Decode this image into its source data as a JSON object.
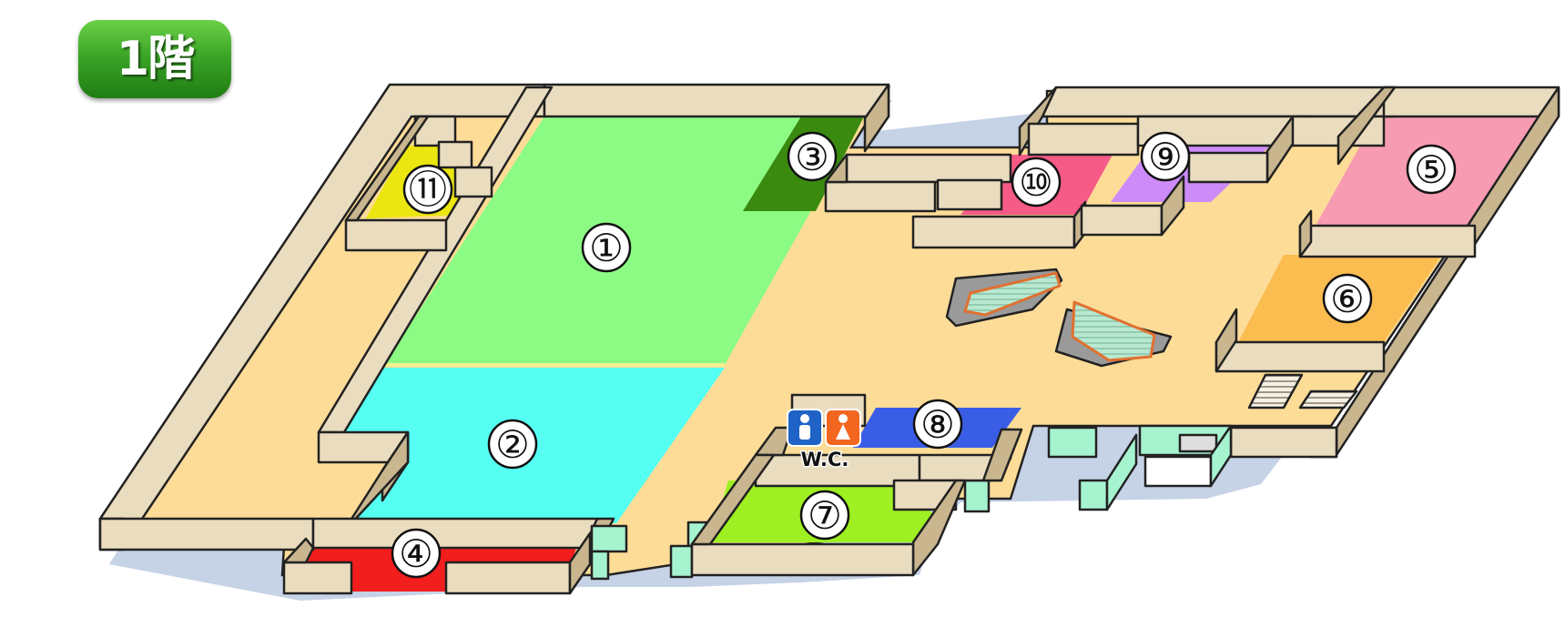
{
  "floor": {
    "label": "1階"
  },
  "rooms": [
    {
      "id": "room-1",
      "number": "①",
      "color": "#8cfb84"
    },
    {
      "id": "room-2",
      "number": "②",
      "color": "#55fff2"
    },
    {
      "id": "room-3",
      "number": "③",
      "color": "#3a8a10"
    },
    {
      "id": "room-4",
      "number": "④",
      "color": "#f21d1d"
    },
    {
      "id": "room-5",
      "number": "⑤",
      "color": "#f69bb2"
    },
    {
      "id": "room-6",
      "number": "⑥",
      "color": "#fbbc50"
    },
    {
      "id": "room-7",
      "number": "⑦",
      "color": "#9ff022"
    },
    {
      "id": "room-8",
      "number": "⑧",
      "color": "#3a5de6"
    },
    {
      "id": "room-9",
      "number": "⑨",
      "color": "#cd8bfa"
    },
    {
      "id": "room-10",
      "number": "⑩",
      "color": "#f65a86"
    },
    {
      "id": "room-11",
      "number": "⑪",
      "color": "#ebe60f"
    }
  ],
  "restroom": {
    "label": "W.C.",
    "men_icon": "men-restroom-icon",
    "women_icon": "women-restroom-icon"
  },
  "colors": {
    "floor": "#fddc98",
    "wall_top": "#eadcbe",
    "wall_dark": "#c9b68f",
    "outline": "#222222",
    "glass": "#a6f3cf",
    "shadow": "#c6d2e6"
  }
}
